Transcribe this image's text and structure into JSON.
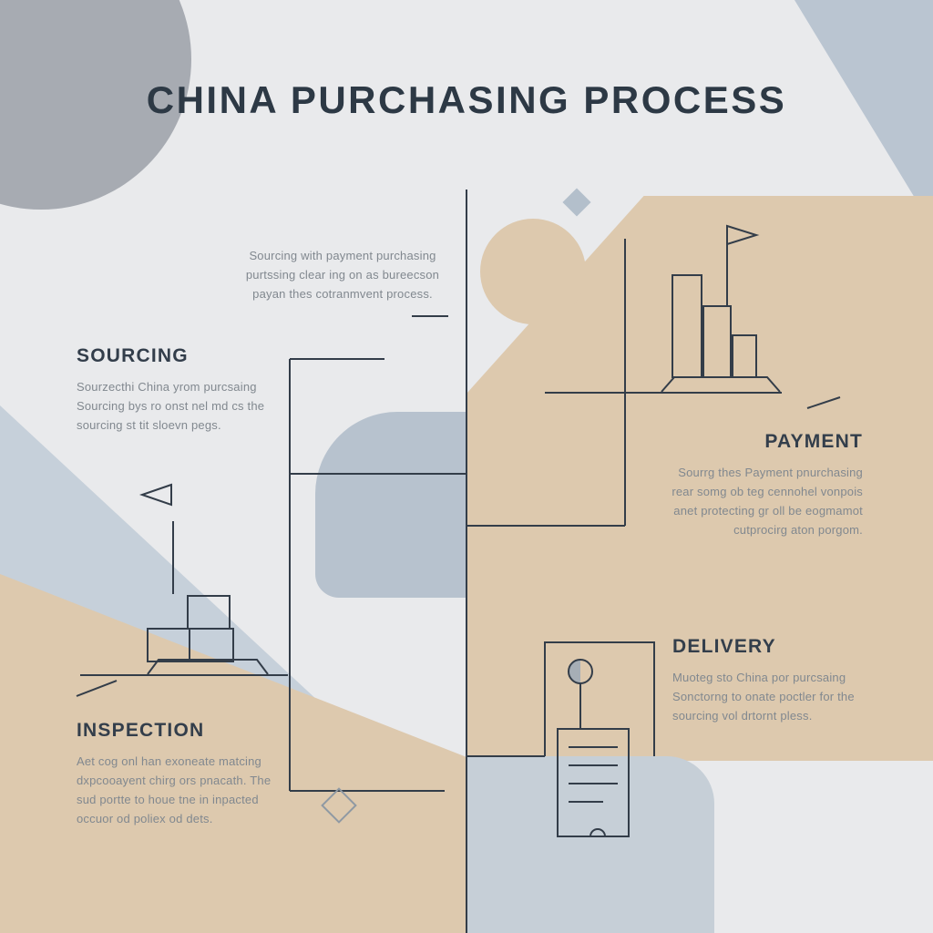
{
  "title": "CHINA PURCHASING PROCESS",
  "intro": {
    "line1": "Sourcing with payment purchasing",
    "line2": "purtssing clear ing on as bureecson",
    "line3": "payan thes cotranmvent process."
  },
  "sourcing": {
    "heading": "SOURCING",
    "line1": "Sourzecthi China yrom purcsaing",
    "line2": "Sourcing bys ro onst nel md cs the",
    "line3": "sourcing st tit sloevn pegs."
  },
  "payment": {
    "heading": "PAYMENT",
    "line1": "Sourrg thes Payment pnurchasing",
    "line2": "rear somg ob teg cennohel vonpois",
    "line3": "anet protecting gr oll be eogmamot",
    "line4": "cutprocirg aton porgom."
  },
  "inspection": {
    "heading": "INSPECTION",
    "line1": "Aet cog onl han exoneate matcing",
    "line2": "dxpcooayent chirg ors pnacath. The",
    "line3": "sud portte to houe tne in inpacted",
    "line4": "occuor od poliex od dets."
  },
  "delivery": {
    "heading": "DELIVERY",
    "line1": "Muoteg sto China por purcsaing",
    "line2": "Sonctorng to onate poctler for the",
    "line3": "sourcing vol drtornt pless."
  },
  "icons": {
    "inspection": "boxes-on-pallet-with-flag-icon",
    "payment": "goods-stack-with-flag-icon",
    "delivery": "delivery-note-document-icon"
  },
  "colors": {
    "background": "#e9eaec",
    "beige": "#ddc9ae",
    "gray_circle": "#a7abb2",
    "blue_gray": "#c0cad5",
    "line": "#333d49",
    "heading_text": "#333e4b",
    "body_text": "#81888f"
  }
}
